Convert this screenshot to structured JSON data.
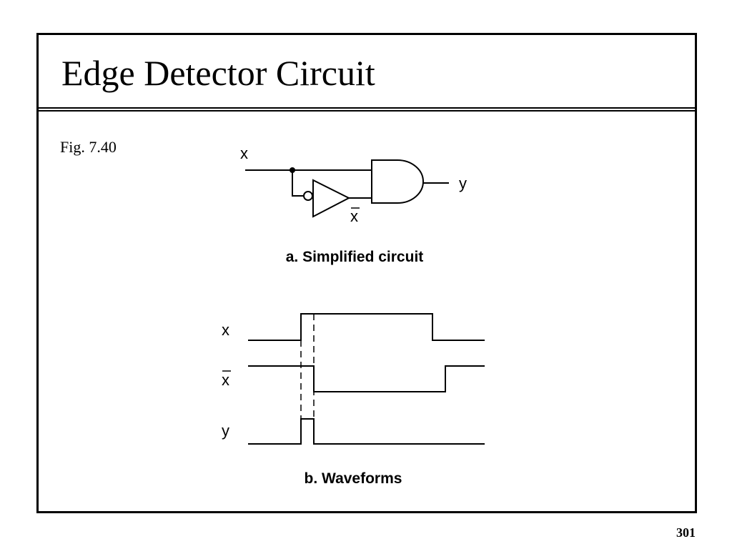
{
  "slide": {
    "title": "Edge Detector Circuit",
    "figure_ref": "Fig. 7.40",
    "page_number": "301"
  },
  "circuit": {
    "input_label": "x",
    "inverted_label": "x",
    "output_label": "y",
    "caption": "a. Simplified circuit"
  },
  "waveforms": {
    "signals": [
      {
        "label": "x",
        "overline": false
      },
      {
        "label": "x",
        "overline": true
      },
      {
        "label": "y",
        "overline": false
      }
    ],
    "caption": "b. Waveforms"
  }
}
